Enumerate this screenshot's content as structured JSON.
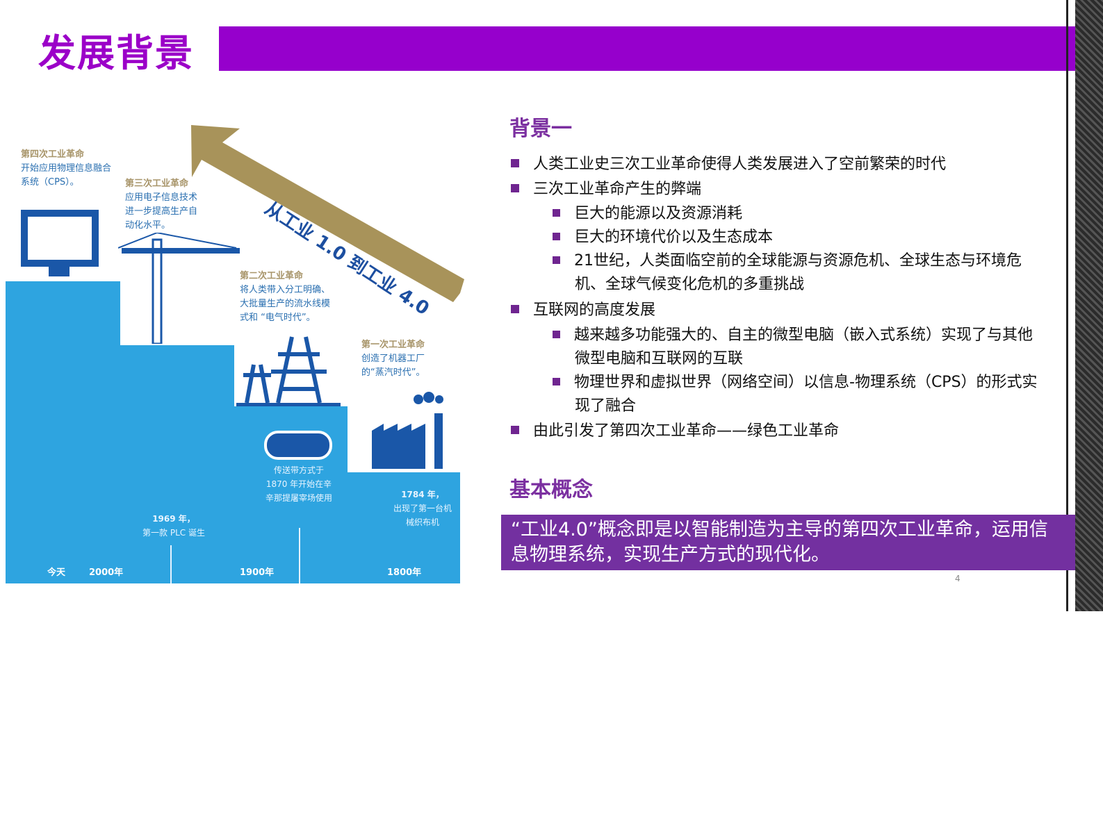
{
  "header": {
    "title": "发展背景",
    "accent": "#9600cc"
  },
  "infographic": {
    "arrow_text": "从工业 1.0 到工业 4.0",
    "revolutions": [
      {
        "title": "第四次工业革命",
        "desc": "开始应用物理信息融合系统（CPS）。"
      },
      {
        "title": "第三次工业革命",
        "desc": "应用电子信息技术进一步提高生产自动化水平。"
      },
      {
        "title": "第二次工业革命",
        "desc": "将人类带入分工明确、大批量生产的流水线模式和 “电气时代”。"
      },
      {
        "title": "第一次工业革命",
        "desc": "创造了机器工厂的“蒸汽时代”。"
      }
    ],
    "events": [
      {
        "year": "1969 年，",
        "desc": "第一款 PLC 诞生"
      },
      {
        "year": "传送带方式于",
        "desc": "1870 年开始在辛辛那提屠宰场使用"
      },
      {
        "year": "1784 年，",
        "desc": "出现了第一台机械织布机"
      }
    ],
    "timeline": [
      "今天",
      "2000年",
      "1900年",
      "1800年"
    ]
  },
  "background": {
    "heading": "背景一",
    "items": [
      {
        "level": 1,
        "text": "人类工业史三次工业革命使得人类发展进入了空前繁荣的时代"
      },
      {
        "level": 1,
        "text": "三次工业革命产生的弊端"
      },
      {
        "level": 2,
        "text": "巨大的能源以及资源消耗"
      },
      {
        "level": 2,
        "text": "巨大的环境代价以及生态成本"
      },
      {
        "level": 2,
        "text": "21世纪，人类面临空前的全球能源与资源危机、全球生态与环境危机、全球气候变化危机的多重挑战"
      },
      {
        "level": 1,
        "text": "互联网的高度发展"
      },
      {
        "level": 2,
        "text": "越来越多功能强大的、自主的微型电脑（嵌入式系统）实现了与其他微型电脑和互联网的互联"
      },
      {
        "level": 2,
        "text": "物理世界和虚拟世界（网络空间）以信息-物理系统（CPS）的形式实现了融合"
      },
      {
        "level": 1,
        "text": "由此引发了第四次工业革命——绿色工业革命"
      }
    ]
  },
  "concept": {
    "heading": "基本概念",
    "text": "“工业4.0”概念即是以智能制造为主导的第四次工业革命，运用信息物理系统，实现生产方式的现代化。"
  },
  "page_number": "4"
}
